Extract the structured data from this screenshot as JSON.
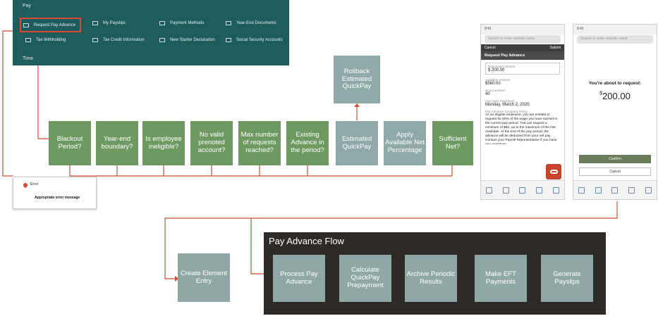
{
  "pay_panel": {
    "title": "Pay",
    "footer": "Time",
    "items": [
      {
        "label": "Request Pay Advance",
        "icon": "money-icon",
        "selected": true
      },
      {
        "label": "My Payslips",
        "icon": "payslip-icon"
      },
      {
        "label": "Payment Methods",
        "icon": "card-icon"
      },
      {
        "label": "Year-End Documents",
        "icon": "document-icon"
      },
      {
        "label": "Tax Withholding",
        "icon": "tax-icon"
      },
      {
        "label": "Tax Credit Information",
        "icon": "tax-credit-icon"
      },
      {
        "label": "New Starter Declaration",
        "icon": "declaration-icon"
      },
      {
        "label": "Social Security Accounts",
        "icon": "social-security-icon"
      }
    ]
  },
  "checks": [
    {
      "label": "Blackout Period?",
      "color": "green"
    },
    {
      "label": "Year-end boundary?",
      "color": "green"
    },
    {
      "label": "Is employee ineligible?",
      "color": "green"
    },
    {
      "label": "No valid prenoted account?",
      "color": "green"
    },
    {
      "label": "Max number of requests reached?",
      "color": "green"
    },
    {
      "label": "Existing Advance in the period?",
      "color": "green"
    },
    {
      "label": "Estimated QuickPay",
      "color": "grey"
    },
    {
      "label": "Apply Available Net Percentage",
      "color": "grey"
    },
    {
      "label": "Sufficient Net?",
      "color": "green"
    }
  ],
  "rollback": {
    "label": "Rollback Estimated QuickPay"
  },
  "error_popup": {
    "title": "Error",
    "message": "Appropriate error message"
  },
  "create_entry": {
    "label": "Create Element Entry"
  },
  "flow": {
    "title": "Pay Advance Flow",
    "steps": [
      {
        "label": "Process Pay Advance"
      },
      {
        "label": "Calculate QuickPay Prepayment"
      },
      {
        "label": "Archive Periodic Results"
      },
      {
        "label": "Make EFT Payments"
      },
      {
        "label": "Generate Payslips"
      }
    ]
  },
  "phone1": {
    "time": "9:41",
    "search_placeholder": "Search or enter website name",
    "cancel": "Cancel",
    "submit": "Submit",
    "header": "Request Pay Advance",
    "requested_label": "Requested Amount",
    "requested_value": "$ 200.00",
    "available_label": "Available Amount",
    "available_value": "$560.00",
    "hours_label": "Hours worked",
    "hours_value": "40",
    "next_pay_label": "Your Next PayCheck",
    "next_pay_value": "Monday, March 2, 2020",
    "policy_label": "Pay Advance Company Policy",
    "policy_text": "As an eligible employee, you are entitled to request for 50% of the wage you have earned in the current pay period. You can request a minimum of $50, up to the maximum of the Net Available. At the end of the pay period, the advance will be deducted from your net pay. Contact your Payroll Representative if you have any questions."
  },
  "phone2": {
    "time": "9:41",
    "search_placeholder": "Search or enter website name",
    "heading": "You're about to request:",
    "currency": "$",
    "amount": "200.00",
    "confirm": "Confirm",
    "cancel": "Cancel"
  },
  "colors": {
    "pay_panel": "#1f5c5e",
    "check_green": "#6e9a62",
    "check_grey": "#8ea9a7",
    "connector": "#d84a32",
    "flow_panel": "#2d2a27"
  }
}
